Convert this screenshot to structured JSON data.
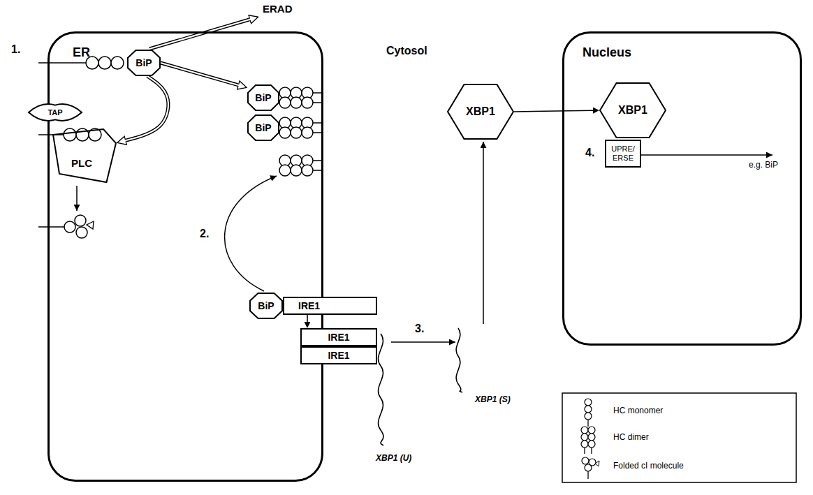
{
  "diagram": {
    "nodes": [
      {
        "text": [
          "ER"
        ]
      },
      {
        "text": [
          "BiP"
        ],
        "in": 0
      },
      {
        "text": [
          "TAP"
        ]
      },
      {
        "text": [
          "PLC"
        ],
        "in": 0
      },
      {
        "text": [
          "BiP"
        ],
        "in": 0
      },
      {
        "text": [
          "BiP"
        ],
        "in": 0
      },
      {
        "text": [
          "BiP"
        ],
        "in": 0
      },
      {
        "text": [
          "IRE1"
        ]
      },
      {
        "text": [
          "IRE1"
        ]
      },
      {
        "text": [
          "IRE1"
        ]
      },
      {
        "text": [
          "XBP1"
        ]
      },
      {
        "text": [
          "Nucleus"
        ]
      },
      {
        "text": [
          "XBP1"
        ],
        "in": 11
      },
      {
        "text": [
          "UPRE/ ERSE"
        ],
        "in": 11
      }
    ],
    "edges": [
      {
        "from": 1,
        "to": 4,
        "arrow": "to"
      },
      {
        "from": 1,
        "to": 3,
        "arrow": "to"
      },
      {
        "from": 7,
        "to": 8,
        "arrow": "to"
      },
      {
        "from": 10,
        "to": 12,
        "arrow": "to"
      }
    ],
    "labels": [
      "ERAD",
      "1.",
      "Cytosol",
      "2.",
      "3.",
      "XBP1 (U)",
      "XBP1 (S)",
      "4.",
      "e.g. BiP"
    ],
    "legend": [
      {
        "text": "HC monomer"
      },
      {
        "text": "HC dimer"
      },
      {
        "text": "Folded cI molecule"
      }
    ]
  }
}
